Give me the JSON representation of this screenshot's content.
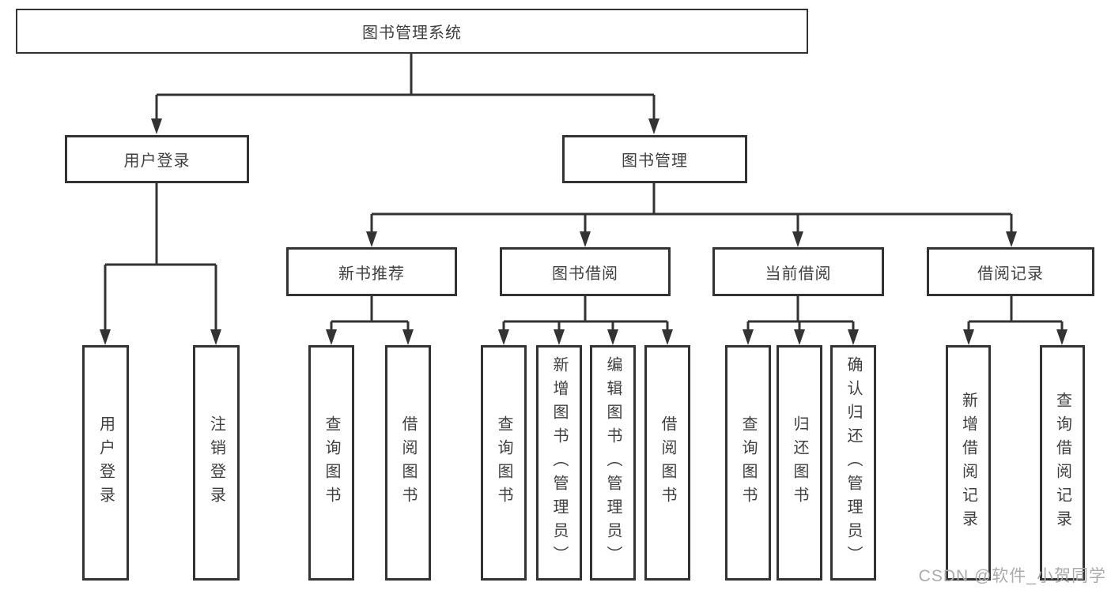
{
  "diagram": {
    "root": {
      "label": "图书管理系统"
    },
    "level2": [
      {
        "label": "用户登录"
      },
      {
        "label": "图书管理"
      }
    ],
    "level3": [
      {
        "label": "新书推荐"
      },
      {
        "label": "图书借阅"
      },
      {
        "label": "当前借阅"
      },
      {
        "label": "借阅记录"
      }
    ],
    "leaves": {
      "login": [
        {
          "label": "用户登录"
        },
        {
          "label": "注销登录"
        }
      ],
      "recommend": [
        {
          "label": "查询图书"
        },
        {
          "label": "借阅图书"
        }
      ],
      "borrow": [
        {
          "label": "查询图书"
        },
        {
          "label": "新增图书（管理员）"
        },
        {
          "label": "编辑图书（管理员）"
        },
        {
          "label": "借阅图书"
        }
      ],
      "current": [
        {
          "label": "查询图书"
        },
        {
          "label": "归还图书"
        },
        {
          "label": "确认归还（管理员）"
        }
      ],
      "records": [
        {
          "label": "新增借阅记录"
        },
        {
          "label": "查询借阅记录"
        }
      ]
    },
    "watermark": "CSDN @软件_小贺同学",
    "colors": {
      "line": "#333333",
      "text": "#3f3f3f",
      "background": "#ffffff",
      "watermark": "#ababab"
    }
  }
}
